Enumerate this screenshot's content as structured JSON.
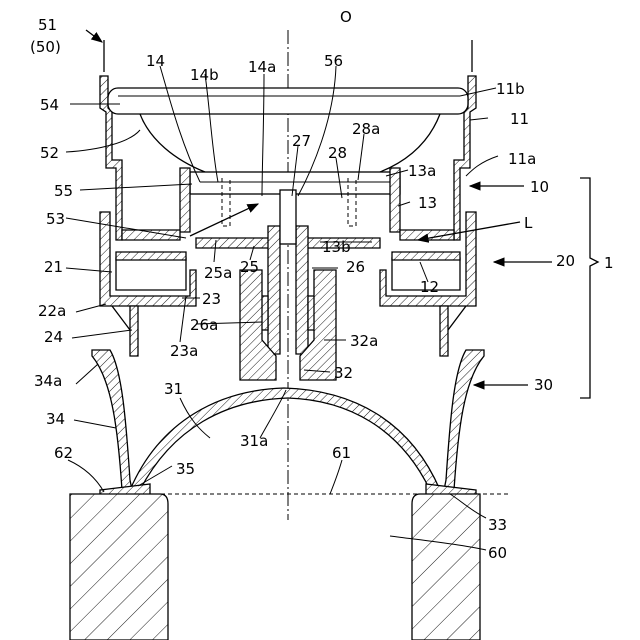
{
  "labels": {
    "l51": "51",
    "l50": "(50)",
    "lO": "O",
    "l14": "14",
    "l14b": "14b",
    "l14a": "14a",
    "l56": "56",
    "l11b": "11b",
    "l54": "54",
    "l11": "11",
    "l28a": "28a",
    "l52": "52",
    "l27": "27",
    "l28": "28",
    "l13a": "13a",
    "l11a": "11a",
    "l55": "55",
    "l10": "10",
    "l13": "13",
    "l53": "53",
    "lL": "L",
    "l13b": "13b",
    "l21": "21",
    "l25a": "25a",
    "l25": "25",
    "l26": "26",
    "l20": "20",
    "l1": "1",
    "l12": "12",
    "l22a": "22a",
    "l23": "23",
    "l24": "24",
    "l26a": "26a",
    "l32a": "32a",
    "l23a": "23a",
    "l34a": "34a",
    "l32": "32",
    "l30": "30",
    "l31": "31",
    "l34": "34",
    "l31a": "31a",
    "l62": "62",
    "l61": "61",
    "l35": "35",
    "l33": "33",
    "l60": "60"
  }
}
